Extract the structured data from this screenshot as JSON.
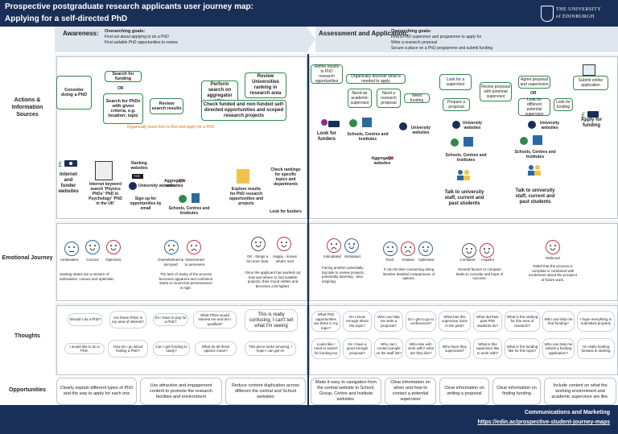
{
  "header": {
    "title_line1": "Prospective postgraduate research applicants user journey map:",
    "title_line2": "Applying for a self-directed PhD",
    "logo_line1": "THE UNIVERSITY",
    "logo_line2": "of EDINBURGH"
  },
  "stages": [
    {
      "name": "Awareness:",
      "goals_heading": "Overarching goals:",
      "goals": [
        "Find out about applying to do a PhD",
        "Find suitable PhD opportunities to review"
      ]
    },
    {
      "name": "Assessment and Application:",
      "goals_heading": "Overarching goals:",
      "goals": [
        "Find a PhD supervisor and programme to apply for",
        "Write a research proposal",
        "Secure a place on a PhD programme and submit funding"
      ]
    }
  ],
  "rows": {
    "actions": "Actions & Information Sources",
    "emotional": "Emotional Journey",
    "thoughts": "Thoughts",
    "opportunities": "Opportunities"
  },
  "actions_awareness": {
    "consider": "Consider doing a PhD",
    "search_funding": "Search for funding",
    "or": "OR",
    "search_phds": "Search for PhDs with given criteria, e.g. location; topic",
    "review_results": "Review search results",
    "perform_search": "Perform search on aggregator sites",
    "review_rankings": "Review Universities ranking in research area",
    "check_funded": "Check funded and non-funded self-directed opportunities and scoped research projects",
    "organic": "Organically learn how to find and apply for a PhD",
    "internet": "Internet and funder websites",
    "keyword": "Internet keyword search 'Physics PhDs' 'PhD in Psychology' 'PhD in the UK'",
    "ranking_sites": "Ranking websites",
    "university_websites": "University websites",
    "signup": "Sign up for opportunities by email",
    "aggregator": "Aggregator websites",
    "schools": "Schools, Centres and Institutes",
    "explore": "Explore results for PhD research opportunities and projects",
    "check_rankings": "Check rankings for specific topics and departments",
    "look_funders": "Look for funders",
    "brand_times": "THE",
    "brand_qs": "QS"
  },
  "actions_assessment": {
    "refine": "Refine results to PhD research opportunities",
    "discover": "Organically discover what is needed to apply",
    "need_supervisor": "Need an academic supervisor",
    "need_proposal": "Need a research proposal",
    "need_funding": "Need funding",
    "look_supervisor": "Look for a supervisor",
    "prepare_proposal": "Prepare a proposal",
    "revise_proposal": "Revise proposal with potential supervisor",
    "agree_proposal": "Agree proposal and supervision",
    "or": "OR",
    "look_different": "Look for different potential supervisor",
    "look_funding": "Look for funding",
    "submit": "Submit online application",
    "apply_funding": "Apply for funding",
    "look_funders": "Look for funders",
    "schools1": "Schools, Centres and Institutes",
    "univ1": "University websites",
    "aggregator": "Aggregator websites",
    "univ2": "University websites",
    "schools2": "Schools, Centres and Institutes",
    "univ3": "University websites",
    "schools3": "Schools, Centres and Institutes",
    "talk1": "Talk to university staff, current and past students",
    "talk2": "Talk to university staff, current and past students",
    "brand_qs": "QS",
    "brand_times": "THE"
  },
  "emotions_awareness": {
    "faces1": [
      "Ambivalent",
      "Curious",
      "Optimistic"
    ],
    "text1": "Starting states are a mixture of ambivalent, curious and optimistic.",
    "faces2": [
      "Overwhelmed & annoyed",
      "Determined to persevere"
    ],
    "text2": "The lack of clarity of the process becomes apparent and confusion starts to mount but perseverance is high.",
    "faces3": [
      "OK - things a bit more clear",
      "Happy - knows what's next"
    ],
    "text3": "Once the applicant has worked out how and where to find suitable projects, their mood settles and becomes a bit lighter."
  },
  "emotions_assessment": {
    "faces1": [
      "Intimidated",
      "Motivated"
    ],
    "text1": "Facing another potentially big task to review projects, potentially daunting - also inspiring.",
    "faces2": [
      "Tired",
      "Irritated",
      "Optimistic"
    ],
    "text2": "It can be time consuming doing iterative detailed comparisons of options.",
    "faces3": [
      "Confident",
      "Hopeful"
    ],
    "text3": "Several factors to compare leads to curiosity and hope of success.",
    "faces4": [
      "Relieved"
    ],
    "text4": "Relief that the process is complete is combined with excitement about the prospect of future work."
  },
  "thoughts_awareness": [
    "Should I do a PhD?",
    "Are these PhDs in my area of interest?",
    "Do I have to pay for a PhD?",
    "What PhDs would interest me and am I qualified?",
    "This is really confusing, I can't tell what I'm seeing",
    "I would like to do a PhD.",
    "How do I go about finding a PhD?",
    "Can I get funding to study?",
    "What do all these options mean?",
    "This piece looks amazing, I hope I can get in!"
  ],
  "thoughts_assessment": [
    "What PhD opportunities are there in my topic?",
    "Do I know enough about the topic?",
    "Who can help me write a proposal?",
    "Do I get to go to conferences?",
    "What has this supervisor done in the past?",
    "What did their past PhD students do?",
    "What is the ranking for this area of research?",
    "Who can help me find funding?",
    "I hope everything is submitted properly",
    "Looks like I need to search for funding too",
    "Do I have a good enough proposal?",
    "Who can I contact people on the staff list?",
    "Who else will I work with? what are they like?",
    "Who have they supervised?",
    "What is this supervisor like to work with?",
    "What is the funding like for this topic?",
    "Who can help me submit a funding application?",
    "I'm really looking forward to starting"
  ],
  "opportunities": [
    "Clearly explain different types of PhD and the way to apply for each one",
    "Use attraction and engagement content to promote the research facilities and environment",
    "Reduce content duplication across different the central and School websites",
    "Make it easy to navigation from the central website to School, Group, Centre and Institute websites.",
    "Clear information on when and how to contact a potential supervisor",
    "Clear information on writing a proposal",
    "Clear information on finding funding",
    "Include content on what the working environment and academic supervisor are like."
  ],
  "footer": {
    "line1": "Communications and Marketing",
    "line2": "https://edin.ac/prospective-student-journey-maps"
  }
}
